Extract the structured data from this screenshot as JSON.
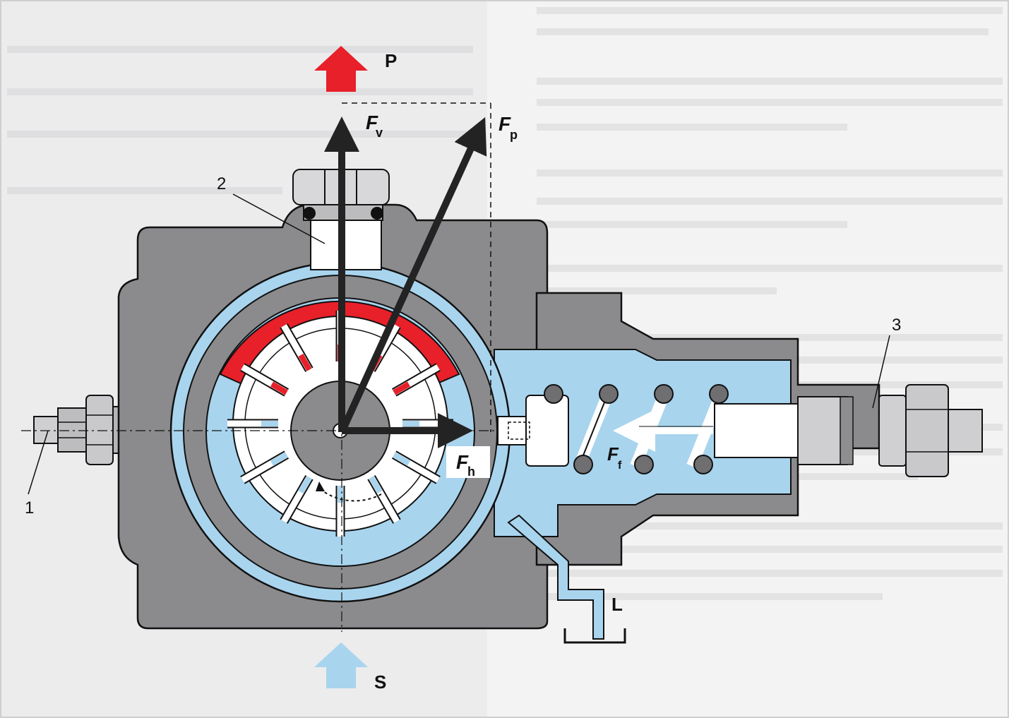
{
  "labels": {
    "pressure_port": "P",
    "suction_port": "S",
    "leakage_port": "L",
    "force_v": "F",
    "force_v_sub": "v",
    "force_p": "F",
    "force_p_sub": "p",
    "force_h": "F",
    "force_h_sub": "h",
    "force_f": "F",
    "force_f_sub": "f",
    "callout_1": "1",
    "callout_2": "2",
    "callout_3": "3"
  },
  "colors": {
    "housing": "#8a8a8c",
    "housing_dark": "#6f6f72",
    "oil_blue": "#a8d4ee",
    "pressure_red": "#e8202a",
    "arrow_dark": "#232323",
    "background_page": "#e9e9ea"
  }
}
